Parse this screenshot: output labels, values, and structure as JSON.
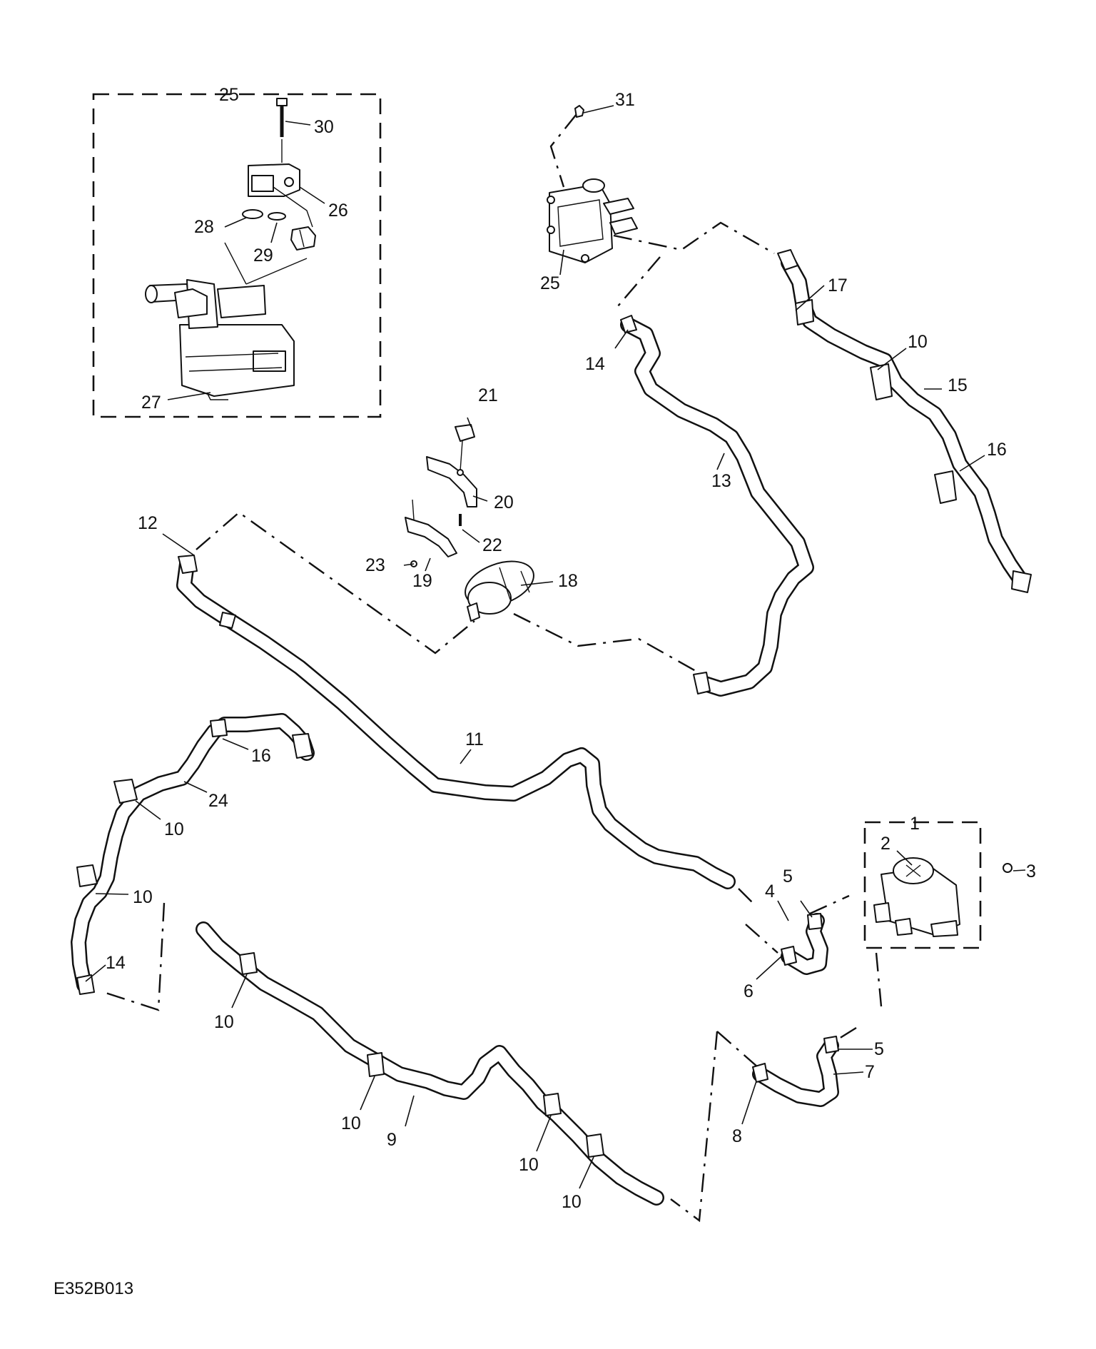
{
  "diagram_code": "E352B013",
  "callouts": {
    "c1": "1",
    "c2": "2",
    "c3": "3",
    "c4": "4",
    "c5a": "5",
    "c5b": "5",
    "c6": "6",
    "c7": "7",
    "c8": "8",
    "c9": "9",
    "c10a": "10",
    "c10b": "10",
    "c10c": "10",
    "c10d": "10",
    "c10e": "10",
    "c10f": "10",
    "c10g": "10",
    "c11": "11",
    "c12": "12",
    "c13": "13",
    "c14a": "14",
    "c14b": "14",
    "c15": "15",
    "c16a": "16",
    "c16b": "16",
    "c17": "17",
    "c18": "18",
    "c19": "19",
    "c20": "20",
    "c21": "21",
    "c22": "22",
    "c23": "23",
    "c24": "24",
    "c25a": "25",
    "c25b": "25",
    "c26": "26",
    "c27": "27",
    "c28": "28",
    "c29": "29",
    "c30": "30",
    "c31": "31"
  }
}
